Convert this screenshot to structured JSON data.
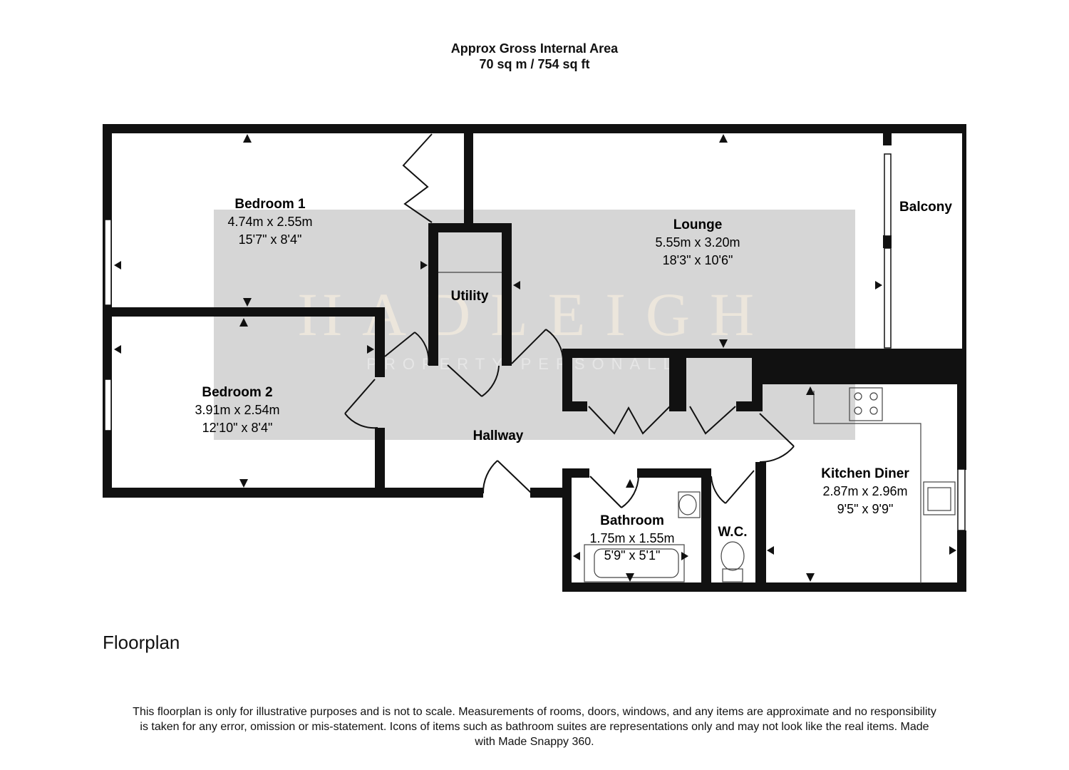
{
  "header": {
    "title": "Approx Gross Internal Area",
    "area": "70 sq m / 754 sq ft"
  },
  "watermark": {
    "brand": "HADLEIGH",
    "tagline": "PROPERTY PERSONALLY"
  },
  "rooms": {
    "bedroom1": {
      "name": "Bedroom 1",
      "metric": "4.74m x 2.55m",
      "imperial": "15'7\" x 8'4\""
    },
    "bedroom2": {
      "name": "Bedroom 2",
      "metric": "3.91m x 2.54m",
      "imperial": "12'10\" x 8'4\""
    },
    "lounge": {
      "name": "Lounge",
      "metric": "5.55m x 3.20m",
      "imperial": "18'3\" x 10'6\""
    },
    "utility": {
      "name": "Utility"
    },
    "balcony": {
      "name": "Balcony"
    },
    "hallway": {
      "name": "Hallway"
    },
    "kitchen": {
      "name": "Kitchen Diner",
      "metric": "2.87m x 2.96m",
      "imperial": "9'5\" x 9'9\""
    },
    "bathroom": {
      "name": "Bathroom",
      "metric": "1.75m x 1.55m",
      "imperial": "5'9\" x 5'1\""
    },
    "wc": {
      "name": "W.C."
    }
  },
  "footer": {
    "label": "Floorplan",
    "disclaimer": "This floorplan is only for illustrative purposes and is not to scale. Measurements of rooms, doors, windows, and any items are approximate and no responsibility is taken for any error, omission or mis-statement. Icons of items such as bathroom suites are representations only and may not look like the real items. Made with Made Snappy 360."
  },
  "colors": {
    "wall": "#111111",
    "watermark_band": "#d6d6d6",
    "watermark_text": "#ece6dc"
  }
}
